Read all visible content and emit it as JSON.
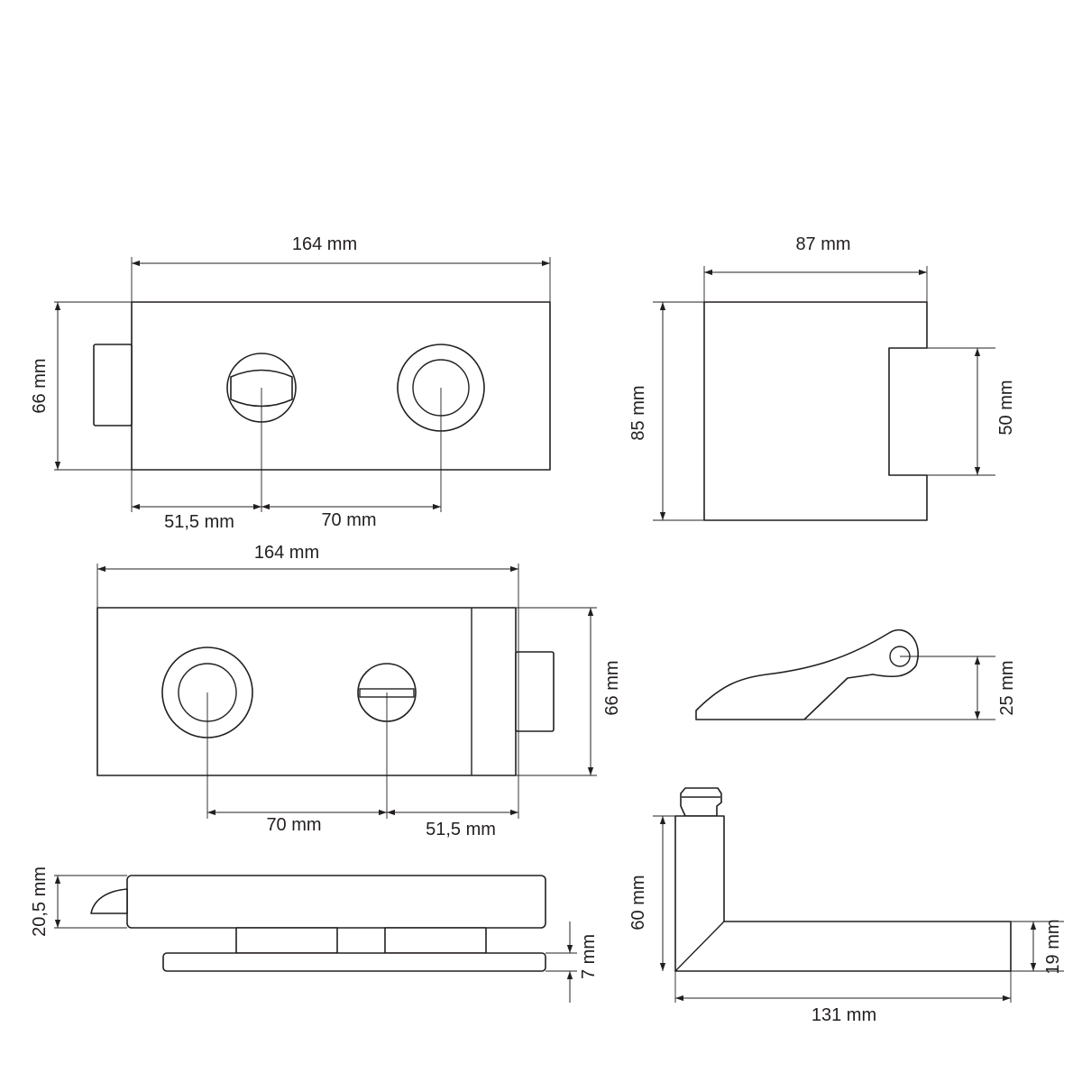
{
  "dimensions": {
    "top_left_width": "164 mm",
    "top_left_height": "66 mm",
    "top_left_offset": "51,5 mm",
    "top_left_spacing": "70 mm",
    "top_right_width": "87 mm",
    "top_right_height": "85 mm",
    "top_right_notch": "50 mm",
    "middle_width": "164 mm",
    "middle_height": "66 mm",
    "middle_spacing": "70 mm",
    "middle_offset": "51,5 mm",
    "latch_height": "25 mm",
    "side_height": "20,5 mm",
    "side_plate": "7 mm",
    "handle_height": "60 mm",
    "handle_thickness": "19 mm",
    "handle_length": "131 mm"
  }
}
